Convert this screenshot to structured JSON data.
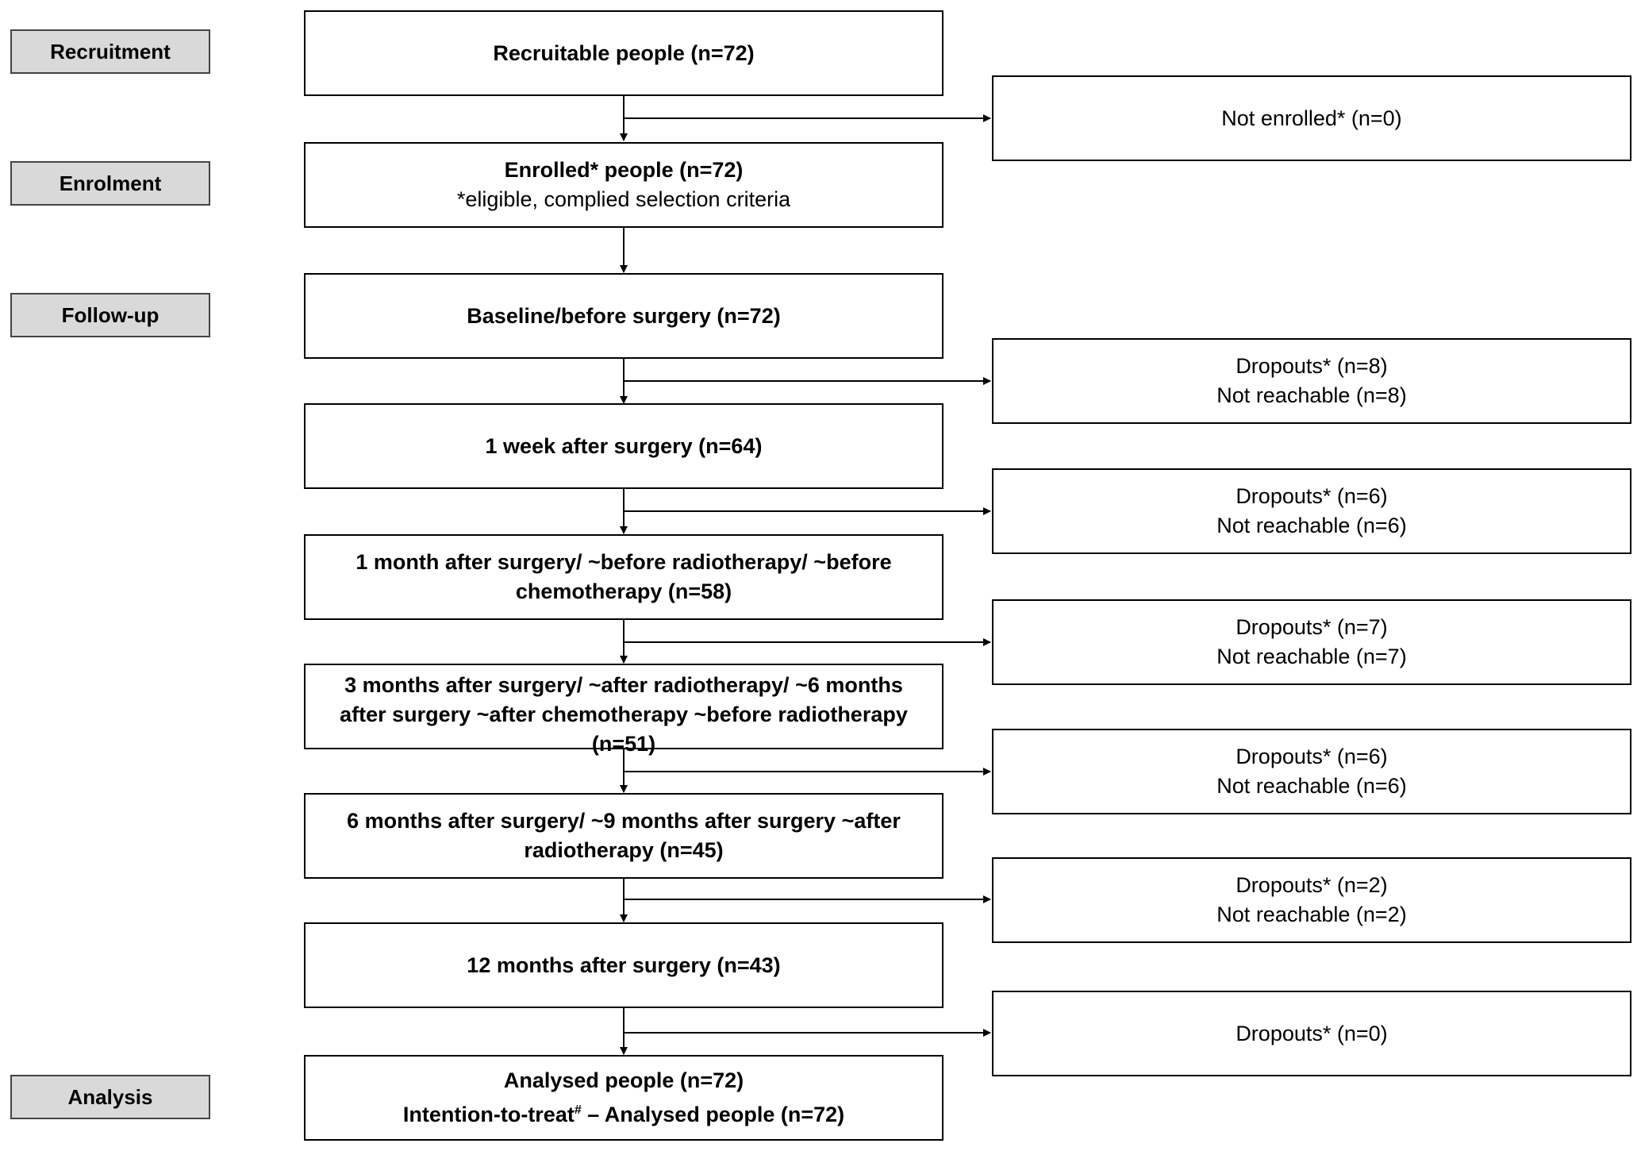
{
  "stages": {
    "recruitment": "Recruitment",
    "enrolment": "Enrolment",
    "follow_up": "Follow-up",
    "analysis": "Analysis"
  },
  "main": {
    "recruitable": "Recruitable people (n=72)",
    "enrolled": "Enrolled* people (n=72)",
    "enrolled_note": "*eligible, complied selection criteria",
    "baseline": "Baseline/before surgery (n=72)",
    "week1": "1 week after surgery (n=64)",
    "month1": "1 month after surgery/ ~before radiotherapy/ ~before chemotherapy (n=58)",
    "month3": "3 months after surgery/ ~after radiotherapy/ ~6 months after surgery ~after chemotherapy ~before radiotherapy (n=51)",
    "month6": "6 months after surgery/ ~9 months after surgery ~after radiotherapy (n=45)",
    "month12": "12 months after surgery (n=43)",
    "analysed": "Analysed people (n=72)",
    "itt_prefix": "Intention-to-treat",
    "itt_sup": "#",
    "itt_suffix": " – Analysed people (n=72)"
  },
  "side": {
    "not_enrolled": "Not enrolled* (n=0)",
    "drop1_a": "Dropouts* (n=8)",
    "drop1_b": "Not reachable (n=8)",
    "drop2_a": "Dropouts* (n=6)",
    "drop2_b": "Not reachable (n=6)",
    "drop3_a": "Dropouts* (n=7)",
    "drop3_b": "Not reachable (n=7)",
    "drop4_a": "Dropouts* (n=6)",
    "drop4_b": "Not reachable (n=6)",
    "drop5_a": "Dropouts* (n=2)",
    "drop5_b": "Not reachable (n=2)",
    "drop6": "Dropouts* (n=0)"
  }
}
